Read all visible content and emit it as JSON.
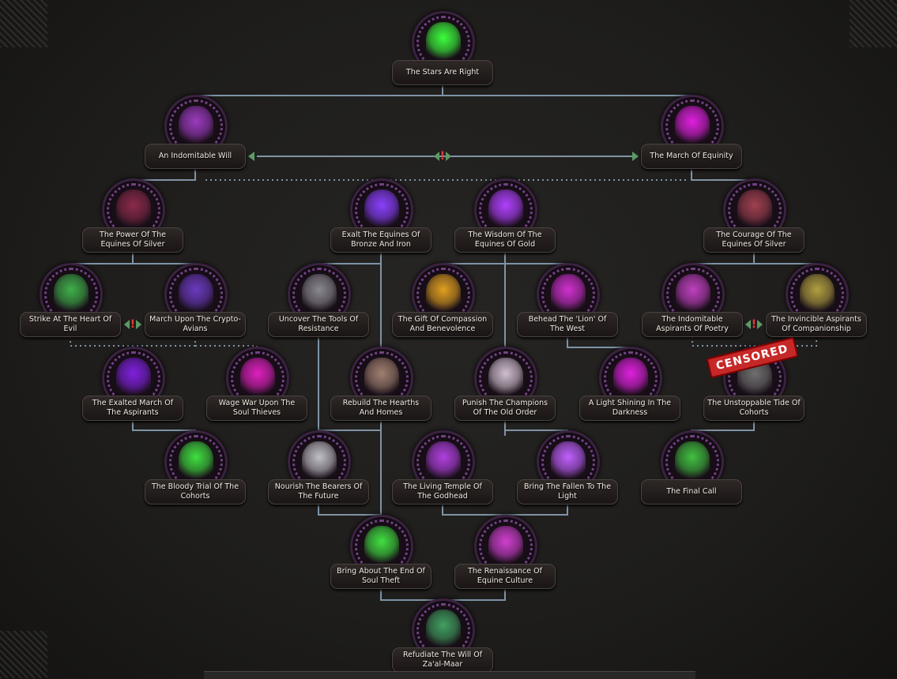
{
  "focus_tree": {
    "nodes": [
      {
        "id": "stars",
        "label": "The Stars Are Right"
      },
      {
        "id": "indomitable_will",
        "label": "An Indomitable Will"
      },
      {
        "id": "march_equinity",
        "label": "The March Of Equinity"
      },
      {
        "id": "power_silver",
        "label": "The Power Of The Equines Of Silver"
      },
      {
        "id": "exalt_bronze",
        "label": "Exalt The Equines Of Bronze And Iron"
      },
      {
        "id": "wisdom_gold",
        "label": "The Wisdom Of The Equines Of Gold"
      },
      {
        "id": "courage_silver",
        "label": "The Courage Of The Equines Of Silver"
      },
      {
        "id": "strike_heart",
        "label": "Strike At The Heart Of Evil"
      },
      {
        "id": "march_crypto",
        "label": "March Upon The Crypto-Avians"
      },
      {
        "id": "uncover_tools",
        "label": "Uncover The Tools Of Resistance"
      },
      {
        "id": "gift_compassion",
        "label": "The Gift Of Compassion And Benevolence"
      },
      {
        "id": "behead_lion",
        "label": "Behead The 'Lion' Of The West"
      },
      {
        "id": "indomitable_aspirants",
        "label": "The Indomitable Aspirants Of Poetry"
      },
      {
        "id": "invincible_aspirants",
        "label": "The Invincible Aspirants Of Companionship"
      },
      {
        "id": "exalted_march",
        "label": "The Exalted March Of The Aspirants"
      },
      {
        "id": "wage_war",
        "label": "Wage War Upon The Soul Thieves"
      },
      {
        "id": "rebuild_hearths",
        "label": "Rebuild The Hearths And Homes"
      },
      {
        "id": "punish_champions",
        "label": "Punish The Champions Of The Old Order"
      },
      {
        "id": "light_shining",
        "label": "A Light Shining In The Darkness"
      },
      {
        "id": "unstoppable_tide",
        "label": "The Unstoppable Tide Of Cohorts"
      },
      {
        "id": "bloody_trial",
        "label": "The Bloody Trial Of The Cohorts"
      },
      {
        "id": "nourish_bearers",
        "label": "Nourish The Bearers Of The Future"
      },
      {
        "id": "living_temple",
        "label": "The Living Temple Of The Godhead"
      },
      {
        "id": "bring_fallen",
        "label": "Bring The Fallen To The Light"
      },
      {
        "id": "final_call",
        "label": "The Final Call"
      },
      {
        "id": "end_soul_theft",
        "label": "Bring About The End Of Soul Theft"
      },
      {
        "id": "renaissance",
        "label": "The Renaissance Of Equine Culture"
      },
      {
        "id": "refudiate",
        "label": "Refudiate The Will Of Za'al-Maar"
      }
    ],
    "censored_stamp": "CENSORED",
    "exclusive_marker": "!"
  },
  "colors": {
    "line": "#7f93a6",
    "accent_purple": "#c040ff",
    "accent_green": "#4cff4c",
    "exclusive_red": "#e53935",
    "arrow_green": "#5c9a63"
  }
}
